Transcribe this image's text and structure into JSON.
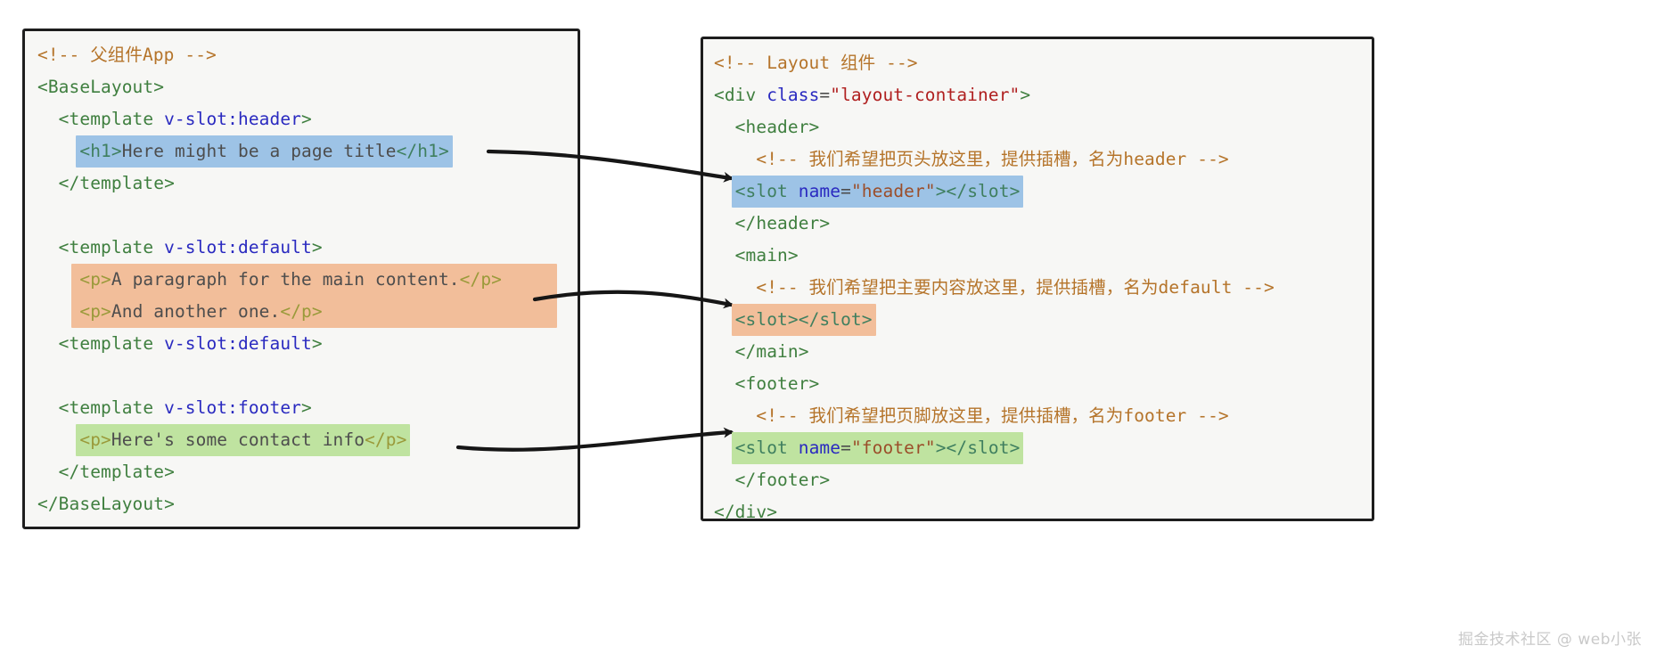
{
  "diagram": {
    "title_semantic": "vue-slot-mapping-diagram",
    "watermark": "掘金技术社区 @ web小张",
    "colors": {
      "header_highlight": "#9dc3e6",
      "default_highlight": "#f2be9a",
      "footer_highlight": "#bfe3a0",
      "panel_background": "#f7f7f5",
      "panel_border": "#1d1d1d",
      "comment": "#b5742a",
      "tag": "#3f7f3f",
      "attribute": "#2a2ac0",
      "string": "#b02020",
      "arrow": "#161616"
    }
  },
  "left_panel": {
    "name": "parent-component-app-panel",
    "lines": [
      {
        "id": "l1",
        "kind": "comment",
        "text": "<!-- 父组件App -->"
      },
      {
        "id": "l2",
        "kind": "tag",
        "text": "<BaseLayout>"
      },
      {
        "id": "l3",
        "kind": "tag",
        "text": "  <template v-slot:header>"
      },
      {
        "id": "l4",
        "kind": "code",
        "text": "    <h1>Here might be a page title</h1>",
        "highlight": "header_highlight"
      },
      {
        "id": "l5",
        "kind": "tag",
        "text": "  </template>"
      },
      {
        "id": "l6",
        "kind": "blank",
        "text": ""
      },
      {
        "id": "l7",
        "kind": "tag",
        "text": "  <template v-slot:default>"
      },
      {
        "id": "l8",
        "kind": "code",
        "text": "    <p>A paragraph for the main content.</p>",
        "highlight": "default_highlight"
      },
      {
        "id": "l9",
        "kind": "code",
        "text": "    <p>And another one.</p>",
        "highlight": "default_highlight"
      },
      {
        "id": "l10",
        "kind": "tag",
        "text": "  <template v-slot:default>"
      },
      {
        "id": "l11",
        "kind": "blank",
        "text": ""
      },
      {
        "id": "l12",
        "kind": "tag",
        "text": "  <template v-slot:footer>"
      },
      {
        "id": "l13",
        "kind": "code",
        "text": "    <p>Here's some contact info</p>",
        "highlight": "footer_highlight"
      },
      {
        "id": "l14",
        "kind": "tag",
        "text": "  </template>"
      },
      {
        "id": "l15",
        "kind": "tag",
        "text": "</BaseLayout>"
      }
    ]
  },
  "right_panel": {
    "name": "layout-component-panel",
    "lines": [
      {
        "id": "r1",
        "kind": "comment",
        "text": "<!-- Layout 组件 -->"
      },
      {
        "id": "r2",
        "kind": "tag",
        "text": "<div class=\"layout-container\">"
      },
      {
        "id": "r3",
        "kind": "tag",
        "text": "  <header>"
      },
      {
        "id": "r4",
        "kind": "comment",
        "text": "    <!-- 我们希望把页头放这里，提供插槽，名为header -->"
      },
      {
        "id": "r5",
        "kind": "code",
        "text": "  <slot name=\"header\"></slot>",
        "highlight": "header_highlight"
      },
      {
        "id": "r6",
        "kind": "tag",
        "text": "  </header>"
      },
      {
        "id": "r7",
        "kind": "tag",
        "text": "  <main>"
      },
      {
        "id": "r8",
        "kind": "comment",
        "text": "    <!-- 我们希望把主要内容放这里，提供插槽，名为default -->"
      },
      {
        "id": "r9",
        "kind": "code",
        "text": "  <slot></slot>",
        "highlight": "default_highlight"
      },
      {
        "id": "r10",
        "kind": "tag",
        "text": "  </main>"
      },
      {
        "id": "r11",
        "kind": "tag",
        "text": "  <footer>"
      },
      {
        "id": "r12",
        "kind": "comment",
        "text": "    <!-- 我们希望把页脚放这里，提供插槽，名为footer -->"
      },
      {
        "id": "r13",
        "kind": "code",
        "text": "  <slot name=\"footer\"></slot>",
        "highlight": "footer_highlight"
      },
      {
        "id": "r14",
        "kind": "tag",
        "text": "  </footer>"
      },
      {
        "id": "r15",
        "kind": "tag",
        "text": "</div>"
      }
    ]
  },
  "arrows": [
    {
      "id": "a1",
      "from": "h1-header-content",
      "to": "slot-name-header",
      "label": "header-slot-arrow"
    },
    {
      "id": "a2",
      "from": "default-paragraphs",
      "to": "slot-default",
      "label": "default-slot-arrow"
    },
    {
      "id": "a3",
      "from": "footer-paragraph",
      "to": "slot-name-footer",
      "label": "footer-slot-arrow"
    }
  ]
}
